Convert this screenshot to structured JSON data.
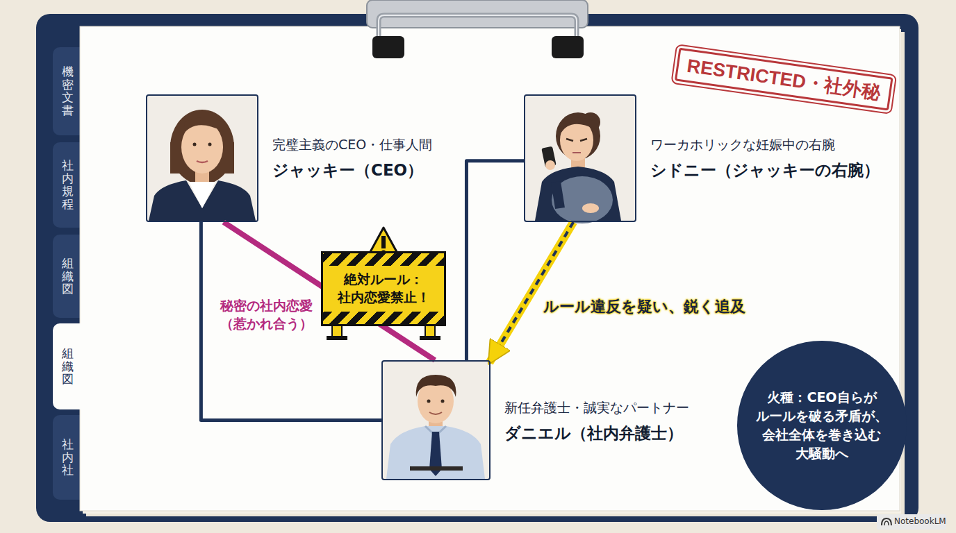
{
  "diagram": {
    "nodes": [
      {
        "text": [
          "完璧主義のCEO・仕事人間",
          "ジャッキー（CEO）"
        ]
      },
      {
        "text": [
          "ワーカホリックな妊娠中の右腕",
          "シドニー（ジャッキーの右腕）"
        ]
      },
      {
        "text": [
          "絶対ルール： 社内恋愛禁止！"
        ]
      },
      {
        "text": [
          "新任弁護士・誠実なパートナー",
          "ダニエル（社内弁護士）"
        ]
      },
      {
        "text": [
          "火種：CEO自らが ルールを破る矛盾が、 会社全体を巻き込む 大騒動へ"
        ]
      }
    ],
    "edges": [
      {
        "from": 0,
        "to": 3,
        "label": "秘密の社内恋愛 （惹かれ合う）",
        "arrow": "none"
      },
      {
        "from": 1,
        "to": 3,
        "label": "ルール違反を疑い、鋭く追及",
        "arrow": "to"
      },
      {
        "from": 0,
        "to": 3,
        "arrow": "none"
      },
      {
        "from": 3,
        "to": 1,
        "arrow": "none"
      }
    ],
    "labels": [
      "機密文書",
      "社内規程",
      "組織図",
      "組織図",
      "社内社",
      "RESTRICTED・社外秘",
      "NotebookLM"
    ]
  }
}
